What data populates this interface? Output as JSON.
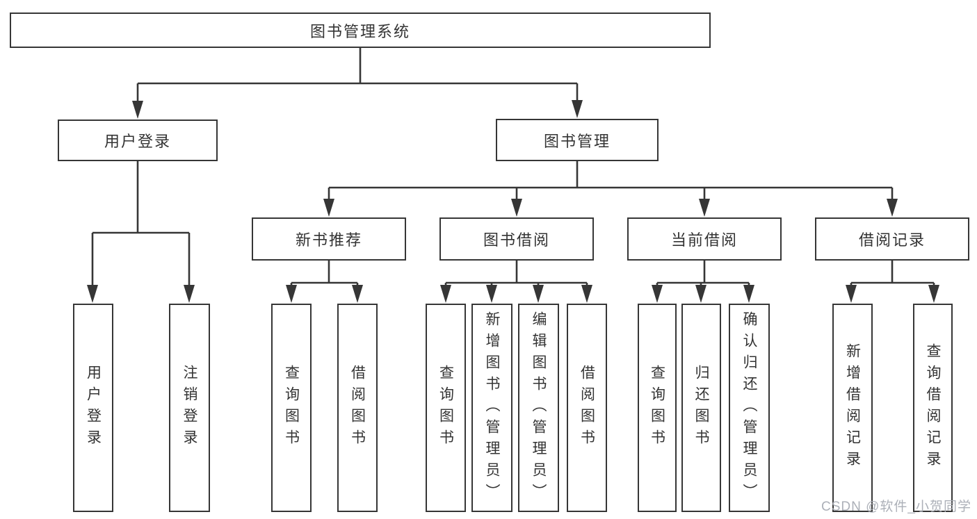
{
  "diagram": {
    "title": "图书管理系统",
    "root": {
      "label": "图书管理系统"
    },
    "branches": {
      "user_login": {
        "label": "用户登录",
        "children": {
          "login": {
            "label": "用户登录"
          },
          "logout": {
            "label": "注销登录"
          }
        }
      },
      "book_management": {
        "label": "图书管理",
        "children": {
          "new_book_recommend": {
            "label": "新书推荐",
            "children": {
              "query_books": {
                "label": "查询图书"
              },
              "borrow_books": {
                "label": "借阅图书"
              }
            }
          },
          "book_borrow": {
            "label": "图书借阅",
            "children": {
              "query_books": {
                "label": "查询图书"
              },
              "add_books": {
                "label": "新增图书（管理员）"
              },
              "edit_books": {
                "label": "编辑图书（管理员）"
              },
              "borrow_books": {
                "label": "借阅图书"
              }
            }
          },
          "current_borrow": {
            "label": "当前借阅",
            "children": {
              "query_books": {
                "label": "查询图书"
              },
              "return_books": {
                "label": "归还图书"
              },
              "confirm_return": {
                "label": "确认归还（管理员）"
              }
            }
          },
          "borrow_records": {
            "label": "借阅记录",
            "children": {
              "add_record": {
                "label": "新增借阅记录"
              },
              "query_record": {
                "label": "查询借阅记录"
              }
            }
          }
        }
      }
    }
  },
  "watermark": {
    "text": "CSDN @软件_小贺同学"
  },
  "colors": {
    "line": "#363636",
    "box_border": "#363636",
    "box_fill": "#ffffff",
    "text": "#333333",
    "watermark": "#a8acb4"
  }
}
